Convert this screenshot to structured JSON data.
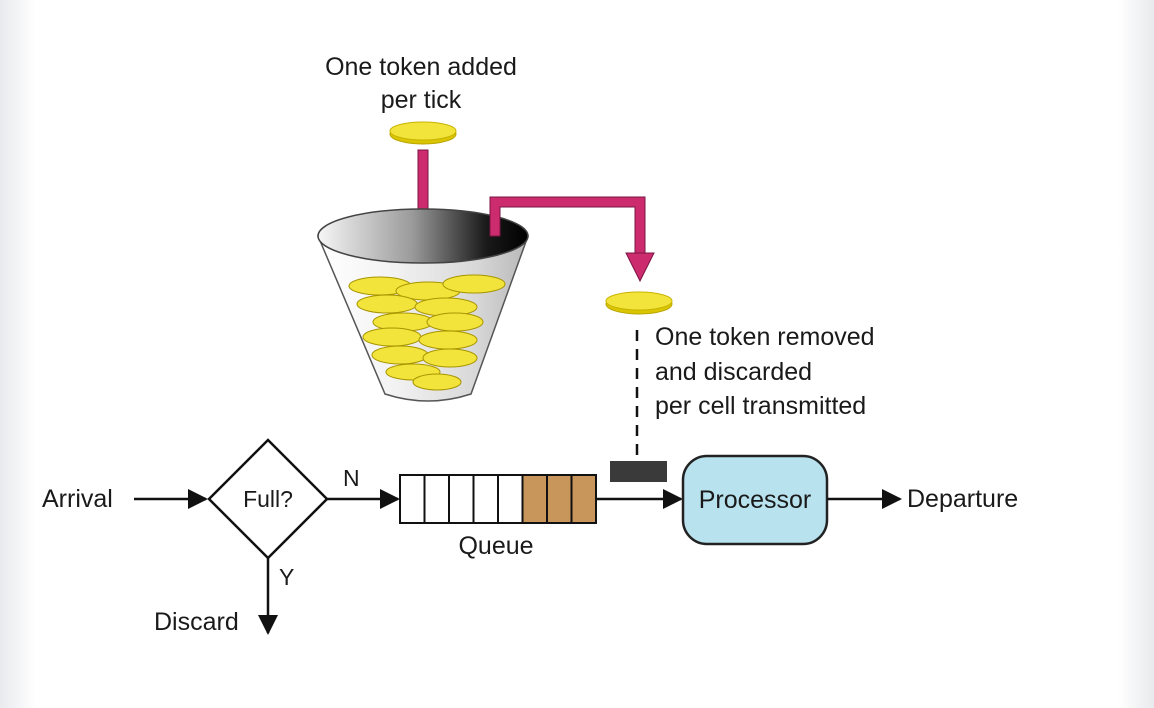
{
  "labels": {
    "token_added_line1": "One token added",
    "token_added_line2": "per tick",
    "token_removed_line1": "One token removed",
    "token_removed_line2": "and discarded",
    "token_removed_line3": "per cell transmitted",
    "arrival": "Arrival",
    "decision": "Full?",
    "no_branch": "N",
    "yes_branch": "Y",
    "discard": "Discard",
    "queue": "Queue",
    "processor": "Processor",
    "departure": "Departure"
  },
  "queue": {
    "total_slots": 8,
    "filled_slots": 3
  },
  "colors": {
    "token_fill": "#f2e43a",
    "token_edge": "#b8a400",
    "token_arrow": "#cc2b6e",
    "queue_filled": "#c8955a",
    "processor_fill": "#b9e2ef",
    "processor_stroke": "#222222",
    "bucket_dark": "#0c0c0c",
    "bucket_light": "#f4f4f4",
    "line": "#111111",
    "gate": "#3a3a3a"
  }
}
